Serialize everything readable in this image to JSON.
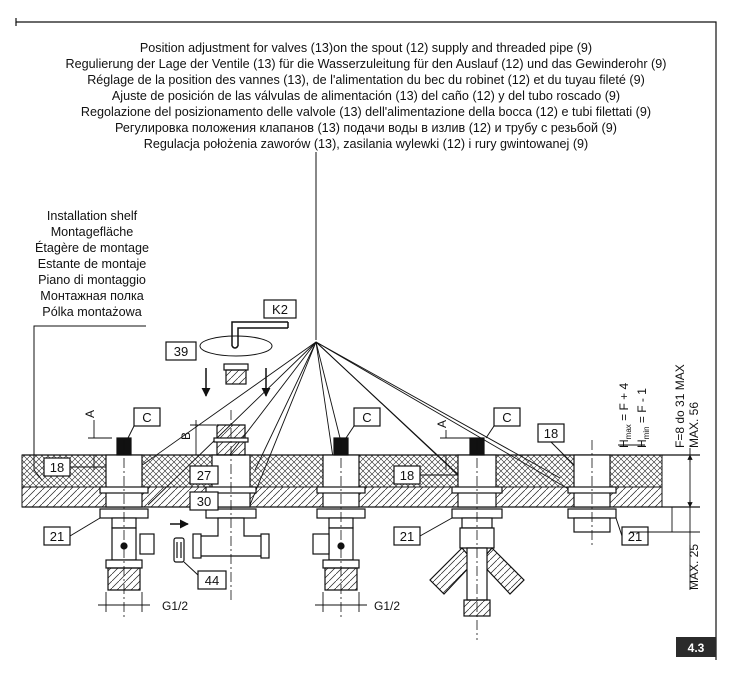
{
  "caption_lines": [
    "Position adjustment for valves (13)on the spout (12) supply and threaded pipe (9)",
    "Regulierung der Lage der Ventile (13) für die Wasserzuleitung für den Auslauf (12) und das Gewinderohr (9)",
    "Réglage de la position des vannes (13), de l'alimentation du bec du robinet (12) et du tuyau fileté (9)",
    "Ajuste de posición de las válvulas de alimentación (13) del caño (12) y del tubo roscado (9)",
    "Regolazione del posizionamento delle valvole (13) dell'alimentazione della bocca (12) e tubi filettati (9)",
    "Регулировка положения клапанов (13) подачи воды в излив (12) и трубу с резьбой (9)",
    "Regulacja położenia zaworów (13), zasilania wylewki (12) i rury gwintowanej (9)"
  ],
  "shelf_lines": [
    "Installation shelf",
    "Montagefläche",
    "Étagère de montage",
    "Estante de montaje",
    "Piano di montaggio",
    "Монтажная полка",
    "Pólka montażowa"
  ],
  "labels": {
    "k2": "K2",
    "p39": "39",
    "c": "C",
    "a": "A",
    "b": "B",
    "p18": "18",
    "p27": "27",
    "p30": "30",
    "p21": "21",
    "p44": "44",
    "g12": "G1/2",
    "hmax": "H",
    "hmax_sub": "max",
    "hmax_eq": " = F + 4",
    "hmin": "H",
    "hmin_sub": "min",
    "hmin_eq": " = F - 1",
    "f_range": "F=8 do 31 MAX",
    "max56": "MAX. 56",
    "max25": "MAX. 25",
    "figure_no": "4.3"
  },
  "colors": {
    "line": "#111111",
    "badge": "#2b2b2b"
  }
}
